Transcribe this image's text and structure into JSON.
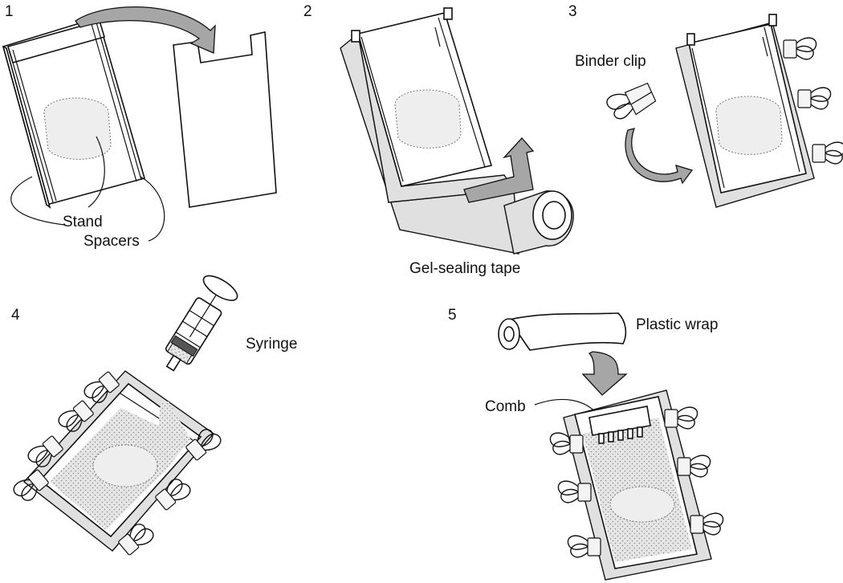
{
  "steps": [
    {
      "number": "1",
      "labels": [
        "Stand",
        "Spacers"
      ]
    },
    {
      "number": "2",
      "labels": [
        "Gel-sealing tape"
      ]
    },
    {
      "number": "3",
      "labels": [
        "Binder clip"
      ]
    },
    {
      "number": "4",
      "labels": [
        "Syringe"
      ]
    },
    {
      "number": "5",
      "labels": [
        "Plastic wrap",
        "Comb"
      ]
    }
  ]
}
